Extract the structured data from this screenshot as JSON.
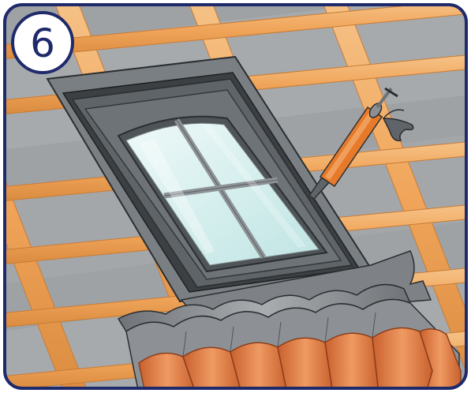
{
  "step_badge": {
    "number": "6"
  },
  "colors": {
    "frame_border": "#1f2a6b",
    "roof_membrane": "#9fa3a6",
    "batten": "#f0a55a",
    "window_frame": "#5d6266",
    "glass": "#dff3f2",
    "tile_terracotta": "#dd7a45",
    "flashing_lead": "#8c9094",
    "sealant_gun": "#e67a2a"
  },
  "icons": [
    "sealant-gun-icon",
    "roof-window-illustration",
    "roof-tile-row"
  ]
}
